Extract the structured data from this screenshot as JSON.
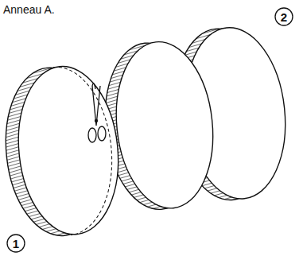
{
  "diagram": {
    "title": "Anneau A.",
    "labels": [
      "1",
      "2"
    ]
  }
}
